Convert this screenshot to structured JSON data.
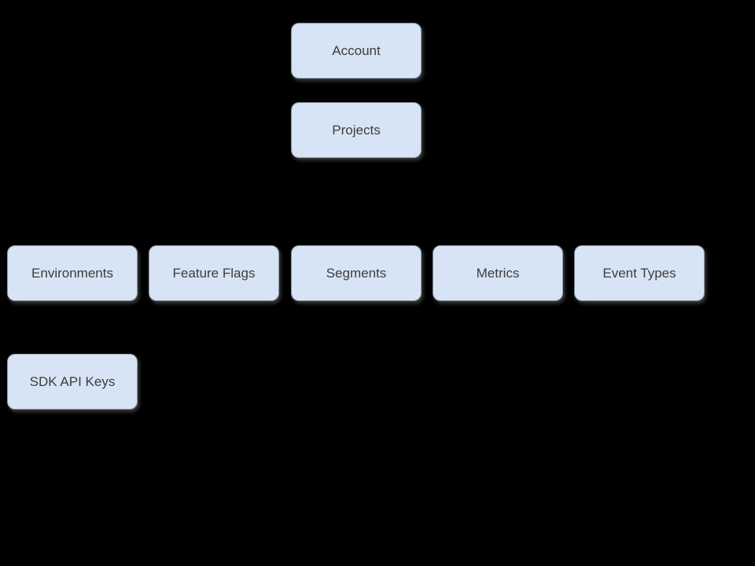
{
  "colors": {
    "background": "#000000",
    "node_fill": "#d6e4f5",
    "node_border": "#8a97a5",
    "node_text": "#3d3d3d"
  },
  "diagram": {
    "nodes": [
      {
        "id": "account",
        "label": "Account"
      },
      {
        "id": "projects",
        "label": "Projects"
      },
      {
        "id": "environments",
        "label": "Environments"
      },
      {
        "id": "feature-flags",
        "label": "Feature Flags"
      },
      {
        "id": "segments",
        "label": "Segments"
      },
      {
        "id": "metrics",
        "label": "Metrics"
      },
      {
        "id": "event-types",
        "label": "Event Types"
      },
      {
        "id": "sdk-api-keys",
        "label": "SDK API Keys"
      }
    ]
  }
}
